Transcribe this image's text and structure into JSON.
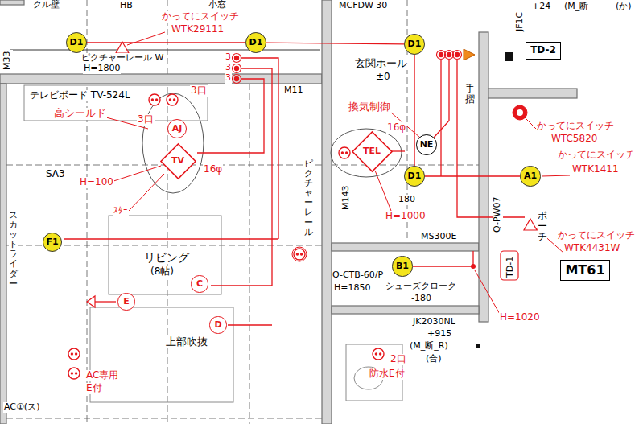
{
  "diagram": {
    "nodes": [
      {
        "text": [
          "D1"
        ]
      },
      {
        "text": [
          "D1"
        ]
      },
      {
        "text": [
          "D1"
        ]
      },
      {
        "text": [
          "TD-2"
        ]
      },
      {
        "text": [
          "AJ"
        ]
      },
      {
        "text": [
          "NE"
        ]
      },
      {
        "text": [
          "TEL"
        ]
      },
      {
        "text": [
          "TV"
        ]
      },
      {
        "text": [
          "D1"
        ]
      },
      {
        "text": [
          "A1"
        ]
      },
      {
        "text": [
          "F1"
        ]
      },
      {
        "text": [
          "B1"
        ]
      },
      {
        "text": [
          "MT61"
        ]
      },
      {
        "text": [
          "C"
        ]
      },
      {
        "text": [
          "E"
        ]
      },
      {
        "text": [
          "D"
        ]
      }
    ],
    "edges": [
      {
        "from": 0,
        "to": 1,
        "arrow": "none"
      },
      {
        "from": 1,
        "to": 2,
        "arrow": "none"
      },
      {
        "from": 2,
        "to": 8,
        "arrow": "none"
      },
      {
        "from": 8,
        "to": 9,
        "arrow": "none"
      }
    ],
    "labels": [
      "クル壁",
      "HB",
      "小窓",
      "MCFDW-30",
      "JF1C",
      "+24",
      "(M_断",
      "(か)",
      "M33",
      "かってにスイッチ",
      "WTK29111",
      "3",
      "3",
      "3",
      "ピクチャーレール W",
      "H=1800",
      "M11",
      "玄関ホール",
      "±0",
      "テレビボード TV-524L",
      "3口",
      "高シールド",
      "3口",
      "換気制御",
      "手摺",
      "かってにスイッチ",
      "WTC5820",
      "16φ",
      "SA3",
      "16φ",
      "H=100",
      "かってにスイッチ",
      "WTK1411",
      "M143",
      "-180",
      "H=1000",
      "Q-PW07",
      "ポーチ",
      "ｽﾀｰ",
      "ピクチャーレール",
      "スカットライダー",
      "MS300E",
      "かってにスイッチ",
      "WTK4431W",
      "TD-1",
      "リビング",
      "(8帖)",
      "Q-CTB-60/P",
      "シューズクローク",
      "-180",
      "H=1850",
      "H=1020",
      "JK2030NL",
      "+915",
      "(M_断_R)",
      "(合)",
      "2口",
      "防水E付",
      "上部吹抜",
      "AC専用",
      "E付",
      "AC①(ス)"
    ]
  }
}
